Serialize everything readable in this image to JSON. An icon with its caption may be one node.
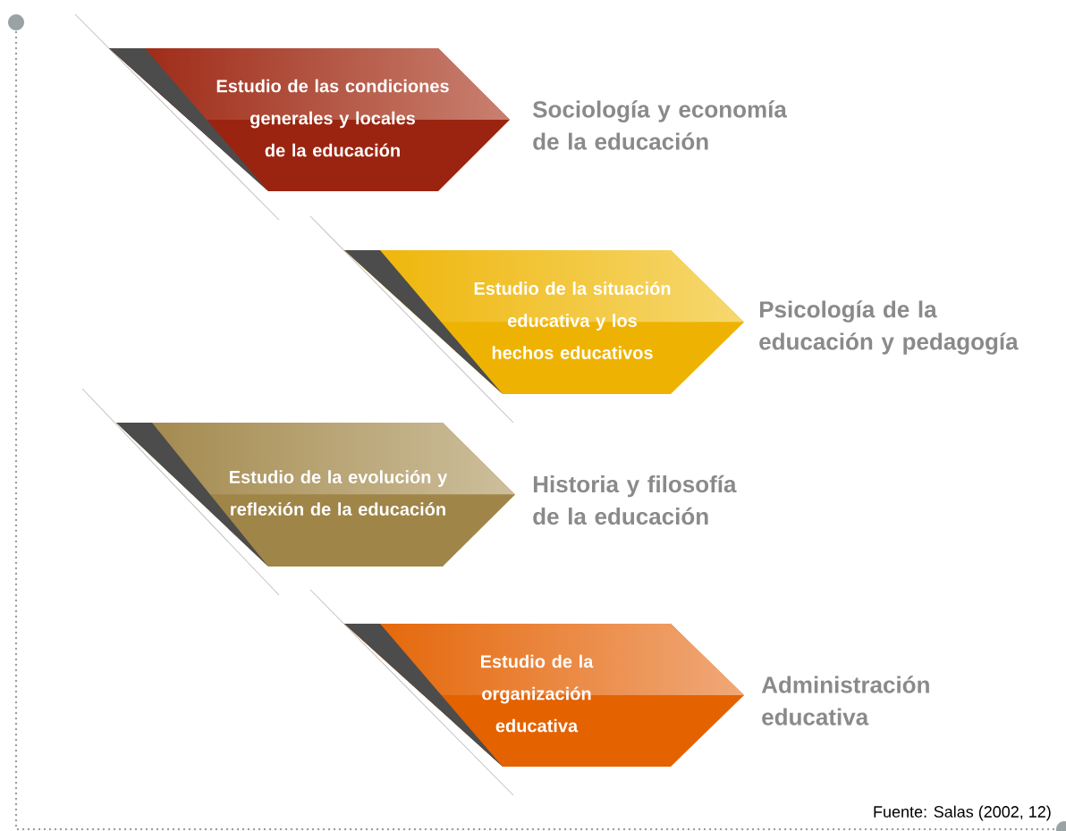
{
  "diagram": {
    "caption": "Fuente: Salas (2002, 12)",
    "nodes": [
      {
        "text": [
          "Estudio de las condiciones generales y locales de la educación"
        ],
        "beside": [
          "Sociología y economía de la educación"
        ]
      },
      {
        "text": [
          "Estudio de la situación educativa y los hechos educativos"
        ],
        "beside": [
          "Psicología de la educación y pedagogía"
        ]
      },
      {
        "text": [
          "Estudio de la evolución y reflexión de la educación"
        ],
        "beside": [
          "Historia y filosofía de la educación"
        ]
      },
      {
        "text": [
          "Estudio de la organización educativa"
        ],
        "beside": [
          "Administración educativa"
        ]
      }
    ]
  }
}
